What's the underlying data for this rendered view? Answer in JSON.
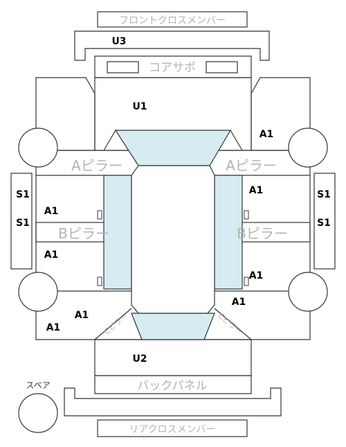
{
  "panels": {
    "front_cross_member": "フロントクロスメンバー",
    "rear_cross_member": "リアクロスメンバー",
    "core_support": "コアサポ",
    "back_panel": "バックパネル",
    "spare": "スペア",
    "a_pillar": "Aピラー",
    "b_pillar": "Bピラー",
    "c_pillar": "Cピラー"
  },
  "marks": {
    "u3": "U3",
    "u1": "U1",
    "u2": "U2",
    "a1": "A1",
    "s1": "S1"
  },
  "colors": {
    "glass": "#d6ebf2",
    "outline": "#333333",
    "label_gray": "#b3b3b3"
  }
}
